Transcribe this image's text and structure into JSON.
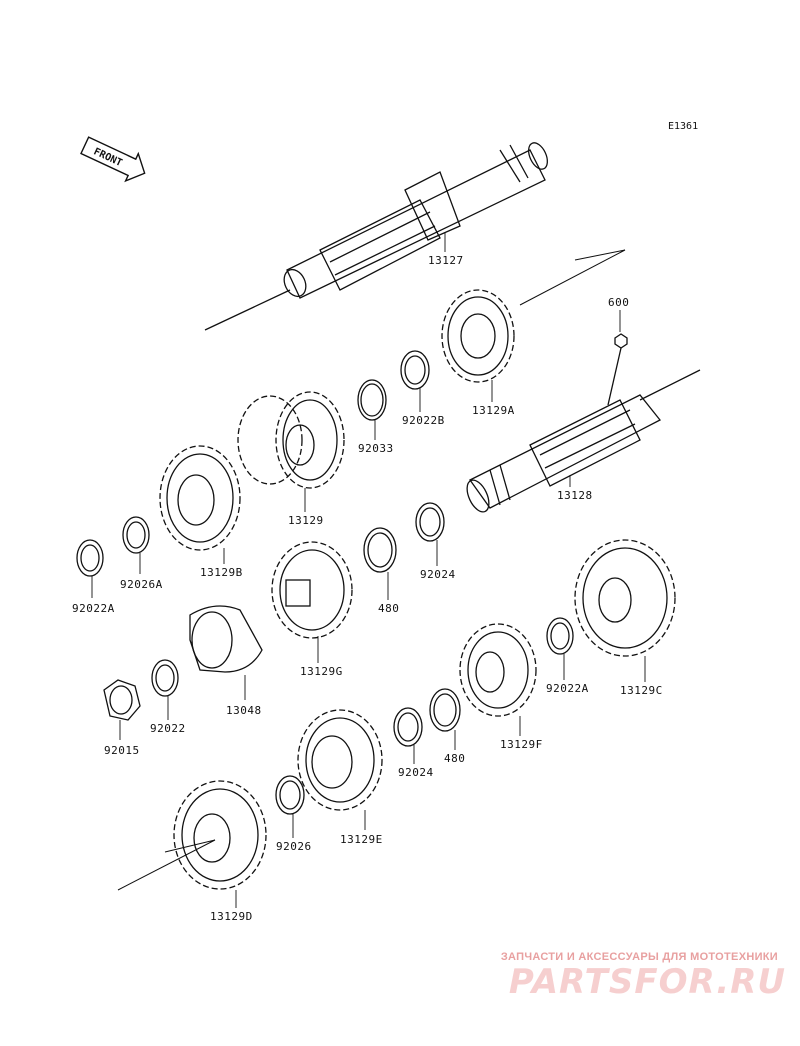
{
  "diagram_code": "E1361",
  "front_label": "FRONT",
  "parts": {
    "p13127": "13127",
    "p13128": "13128",
    "p600": "600",
    "p13129A": "13129A",
    "p92022B": "92022B",
    "p92033": "92033",
    "p13129": "13129",
    "p13129B": "13129B",
    "p92026A": "92026A",
    "p92022A_left": "92022A",
    "p92024_top": "92024",
    "p480_top": "480",
    "p13129G": "13129G",
    "p13048": "13048",
    "p92022": "92022",
    "p92015": "92015",
    "p13129C": "13129C",
    "p92022A_right": "92022A",
    "p13129F": "13129F",
    "p480_bottom": "480",
    "p92024_bottom": "92024",
    "p13129E": "13129E",
    "p92026": "92026",
    "p13129D": "13129D"
  },
  "watermark": {
    "tagline": "ЗАПЧАСТИ И АКСЕССУАРЫ ДЛЯ МОТОТЕХНИКИ",
    "logo": "PARTSFOR.RU"
  },
  "colors": {
    "ink": "#111111",
    "watermark_text": "#e8a0a0",
    "watermark_logo": "#f6cfcf"
  }
}
